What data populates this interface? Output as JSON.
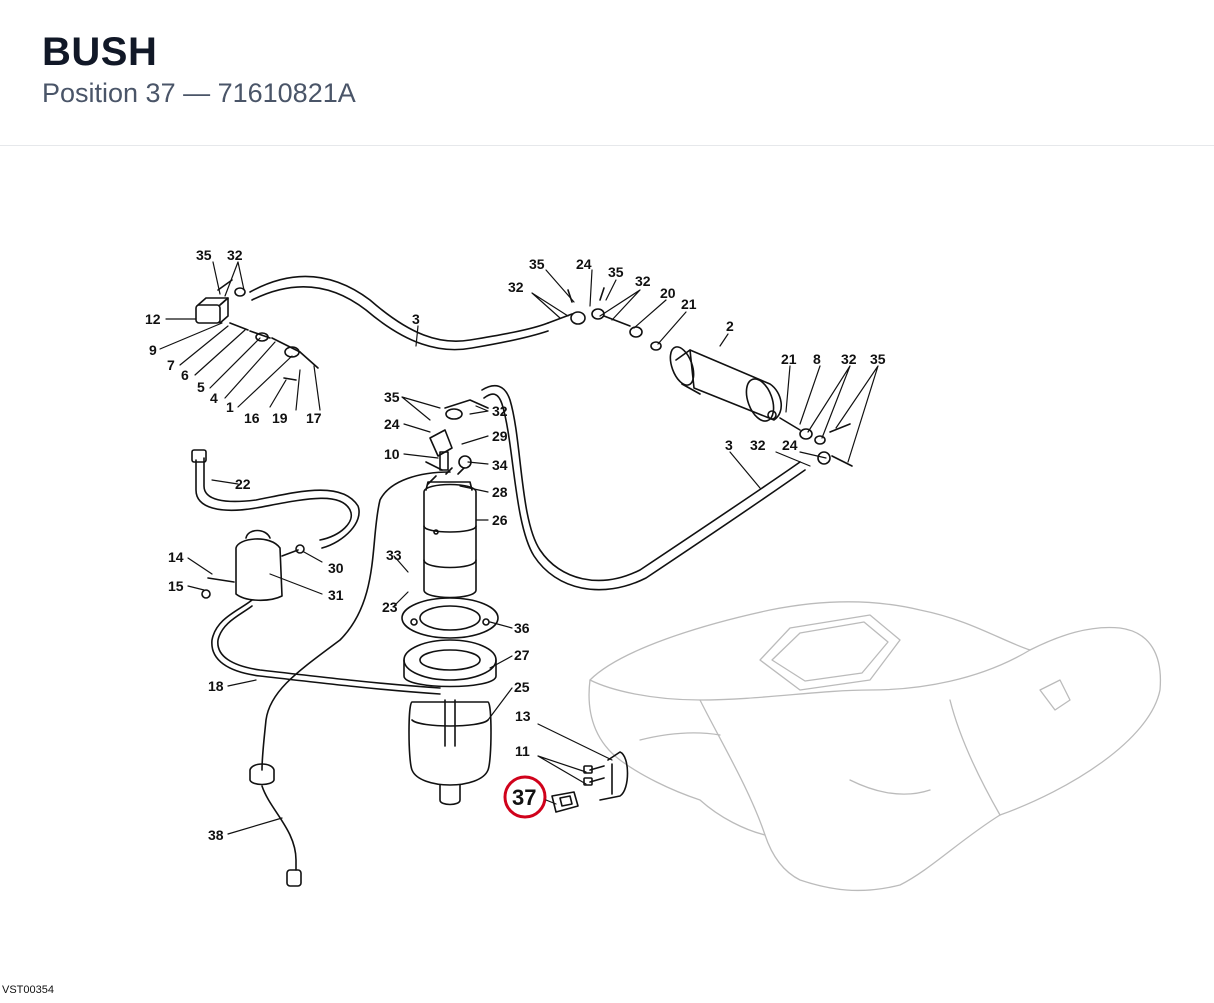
{
  "header": {
    "title": "BUSH",
    "subtitle": "Position 37 — 71610821A"
  },
  "diagram": {
    "highlight_color": "#d0021b",
    "highlighted_callout": "37",
    "callouts": [
      "35",
      "32",
      "12",
      "9",
      "7",
      "6",
      "5",
      "4",
      "1",
      "16",
      "19",
      "17",
      "3",
      "35",
      "24",
      "35",
      "32",
      "32",
      "20",
      "21",
      "2",
      "21",
      "8",
      "32",
      "35",
      "3",
      "32",
      "24",
      "35",
      "32",
      "24",
      "29",
      "10",
      "34",
      "28",
      "26",
      "22",
      "33",
      "23",
      "14",
      "15",
      "30",
      "31",
      "36",
      "27",
      "18",
      "25",
      "13",
      "11",
      "38"
    ],
    "footer_code": "VST00354"
  }
}
